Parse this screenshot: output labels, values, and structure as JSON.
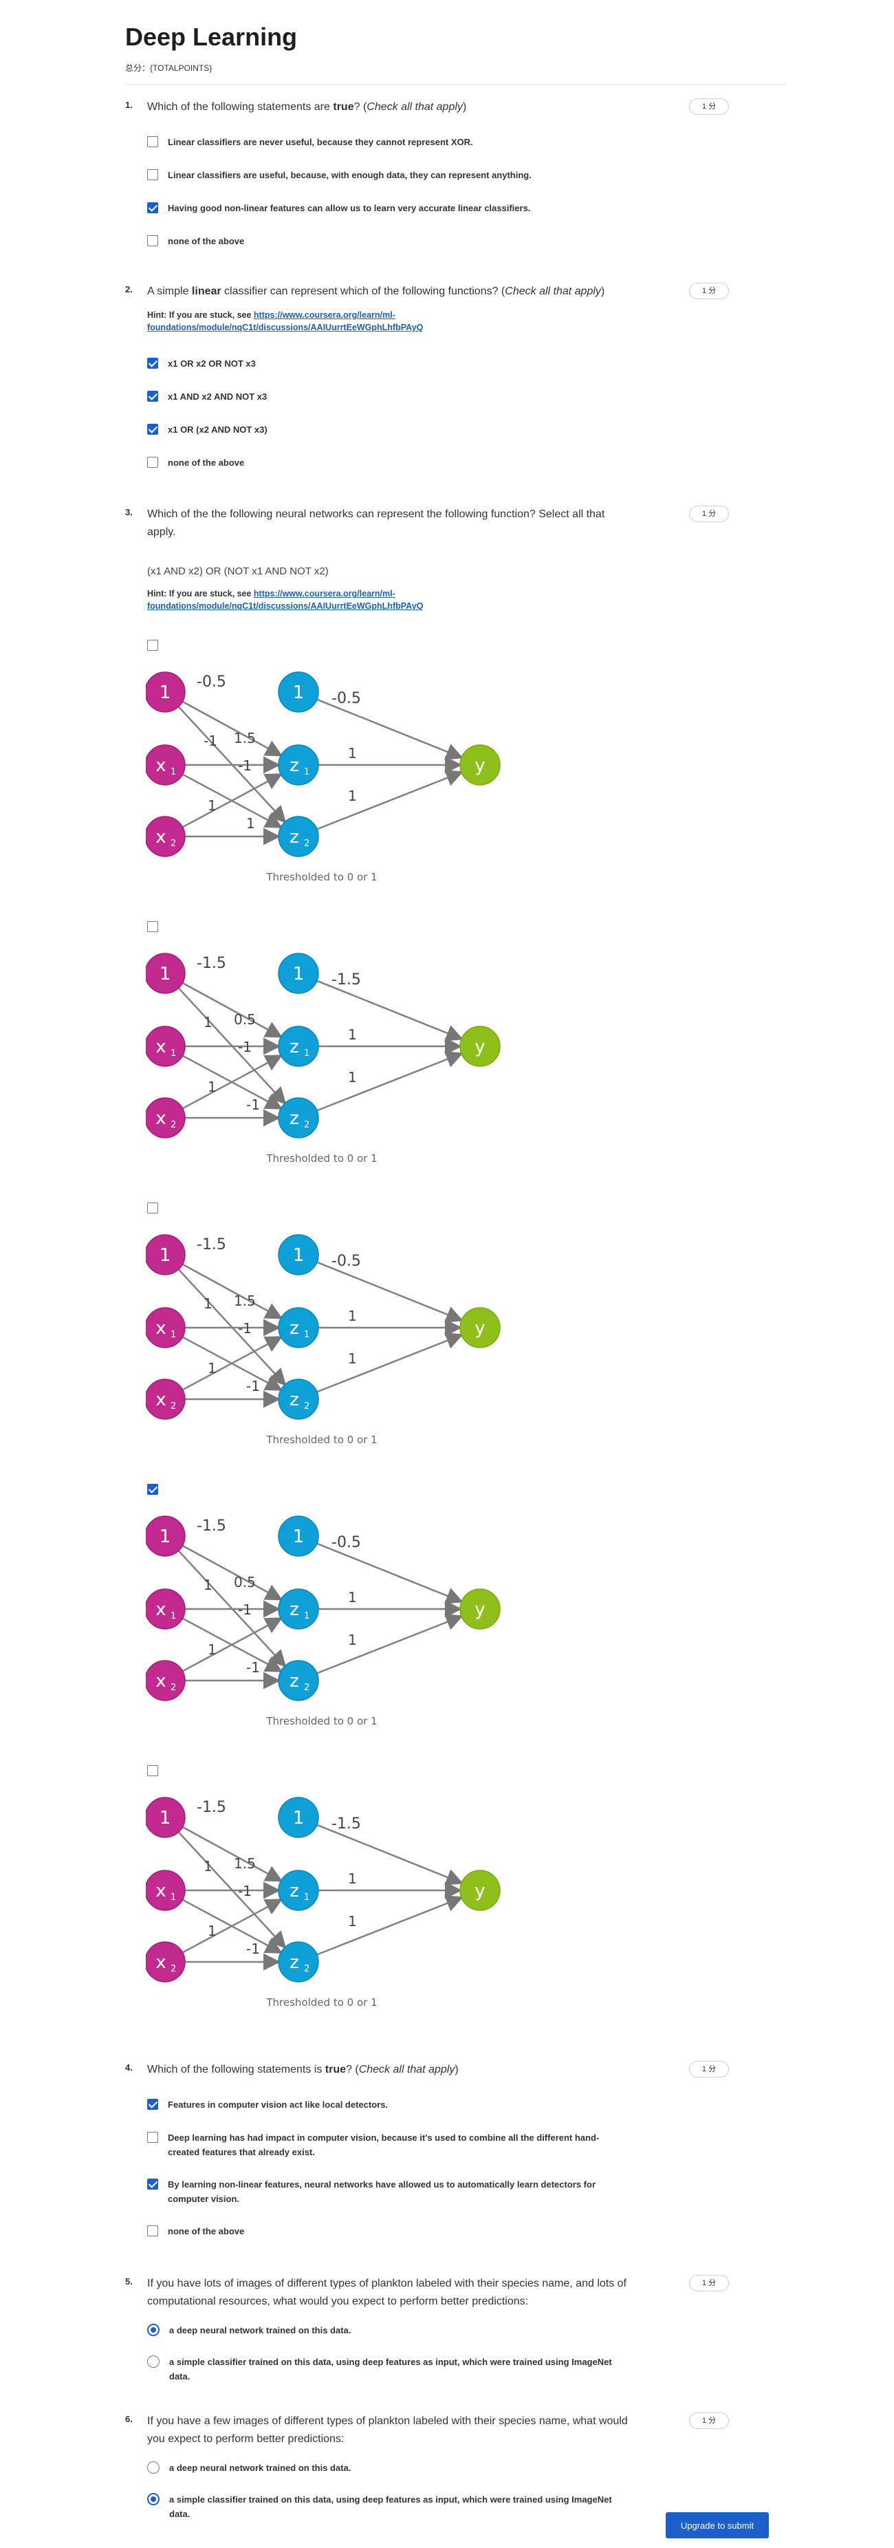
{
  "page": {
    "title": "Deep Learning",
    "score": "总分：{TOTALPOINTS}",
    "submit_label": "Upgrade to submit"
  },
  "colors": {
    "accent": "#1d5fc9",
    "node_bias": "#c32a8f",
    "node_hidden": "#0fa0d8",
    "node_output": "#8fbf1a"
  },
  "questions": [
    {
      "num": "1.",
      "points": "1 分",
      "text_html": "Which of the following statements are <b>true</b>? (<i>Check all that apply</i>)",
      "options": [
        {
          "label": "Linear classifiers are never useful, because they cannot represent XOR.",
          "checked": false
        },
        {
          "label": "Linear classifiers are useful, because, with enough data, they can represent anything.",
          "checked": false
        },
        {
          "label": "Having good non-linear features can allow us to learn very accurate linear classifiers.",
          "checked": true
        },
        {
          "label": "none of the above",
          "checked": false
        }
      ]
    },
    {
      "num": "2.",
      "points": "1 分",
      "text_html": "A simple <b>linear</b> classifier can represent which of the following functions? (<i>Check all that apply</i>)",
      "hint_prefix": "Hint: If you are stuck, see ",
      "hint_link": "https://www.coursera.org/learn/ml-foundations/module/nqC1t/discussions/AAIUurrtEeWGphLhfbPAyQ",
      "options": [
        {
          "label": "x1 OR x2 OR NOT x3",
          "checked": true
        },
        {
          "label": "x1 AND x2 AND NOT x3",
          "checked": true
        },
        {
          "label": "x1 OR (x2 AND NOT x3)",
          "checked": true
        },
        {
          "label": "none of the above",
          "checked": false
        }
      ]
    },
    {
      "num": "3.",
      "points": "1 分",
      "text_html": "Which of the the following neural networks can represent the following function? Select all that apply.",
      "formula": "(x1 AND x2) OR (NOT x1 AND NOT x2)",
      "hint_prefix": "Hint: If you are stuck, see ",
      "hint_link": "https://www.coursera.org/learn/ml-foundations/module/nqC1t/discussions/AAIUurrtEeWGphLhfbPAyQ",
      "caption": "Thresholded to 0 or 1",
      "networks": [
        {
          "checked": false,
          "w": [
            "-0.5",
            "-1",
            "1.5",
            "-1",
            "1",
            "1",
            "-0.5",
            "1",
            "1"
          ]
        },
        {
          "checked": false,
          "w": [
            "-1.5",
            "1",
            "0.5",
            "-1",
            "1",
            "-1",
            "-1.5",
            "1",
            "1"
          ]
        },
        {
          "checked": false,
          "w": [
            "-1.5",
            "1",
            "1.5",
            "-1",
            "1",
            "-1",
            "-0.5",
            "1",
            "1"
          ]
        },
        {
          "checked": true,
          "w": [
            "-1.5",
            "1",
            "0.5",
            "-1",
            "1",
            "-1",
            "-0.5",
            "1",
            "1"
          ]
        },
        {
          "checked": false,
          "w": [
            "-1.5",
            "1",
            "1.5",
            "-1",
            "1",
            "-1",
            "-1.5",
            "1",
            "1"
          ]
        }
      ],
      "node_labels": {
        "bias": "1",
        "x1": "x",
        "x1_sub": "1",
        "x2": "x",
        "x2_sub": "2",
        "z1": "z",
        "z1_sub": "1",
        "z2": "z",
        "z2_sub": "2",
        "y": "y"
      }
    },
    {
      "num": "4.",
      "points": "1 分",
      "text_html": "Which of the following statements is <b>true</b>? (<i>Check all that apply</i>)",
      "options": [
        {
          "label": "Features in computer vision act like local detectors.",
          "checked": true
        },
        {
          "label": "Deep learning has had impact in computer vision, because it’s used to combine all the different hand-created features that already exist.",
          "checked": false
        },
        {
          "label": "By learning non-linear features, neural networks have allowed us to automatically learn detectors for computer vision.",
          "checked": true
        },
        {
          "label": "none of the above",
          "checked": false
        }
      ]
    },
    {
      "num": "5.",
      "points": "1 分",
      "text_html": "If you have lots of images of different types of plankton labeled with their species name, and lots of computational resources, what would you expect to perform better predictions:",
      "options": [
        {
          "label": "a deep neural network trained on this data.",
          "checked": true
        },
        {
          "label": "a simple classifier trained on this data, using deep features as input, which were trained using ImageNet data.",
          "checked": false
        }
      ]
    },
    {
      "num": "6.",
      "points": "1 分",
      "text_html": "If you have a few images of different types of plankton labeled with their species name, what would you expect to perform better predictions:",
      "options": [
        {
          "label": "a deep neural network trained on this data.",
          "checked": false
        },
        {
          "label": "a simple classifier trained on this data, using deep features as input, which were trained using ImageNet data.",
          "checked": true
        }
      ]
    }
  ]
}
